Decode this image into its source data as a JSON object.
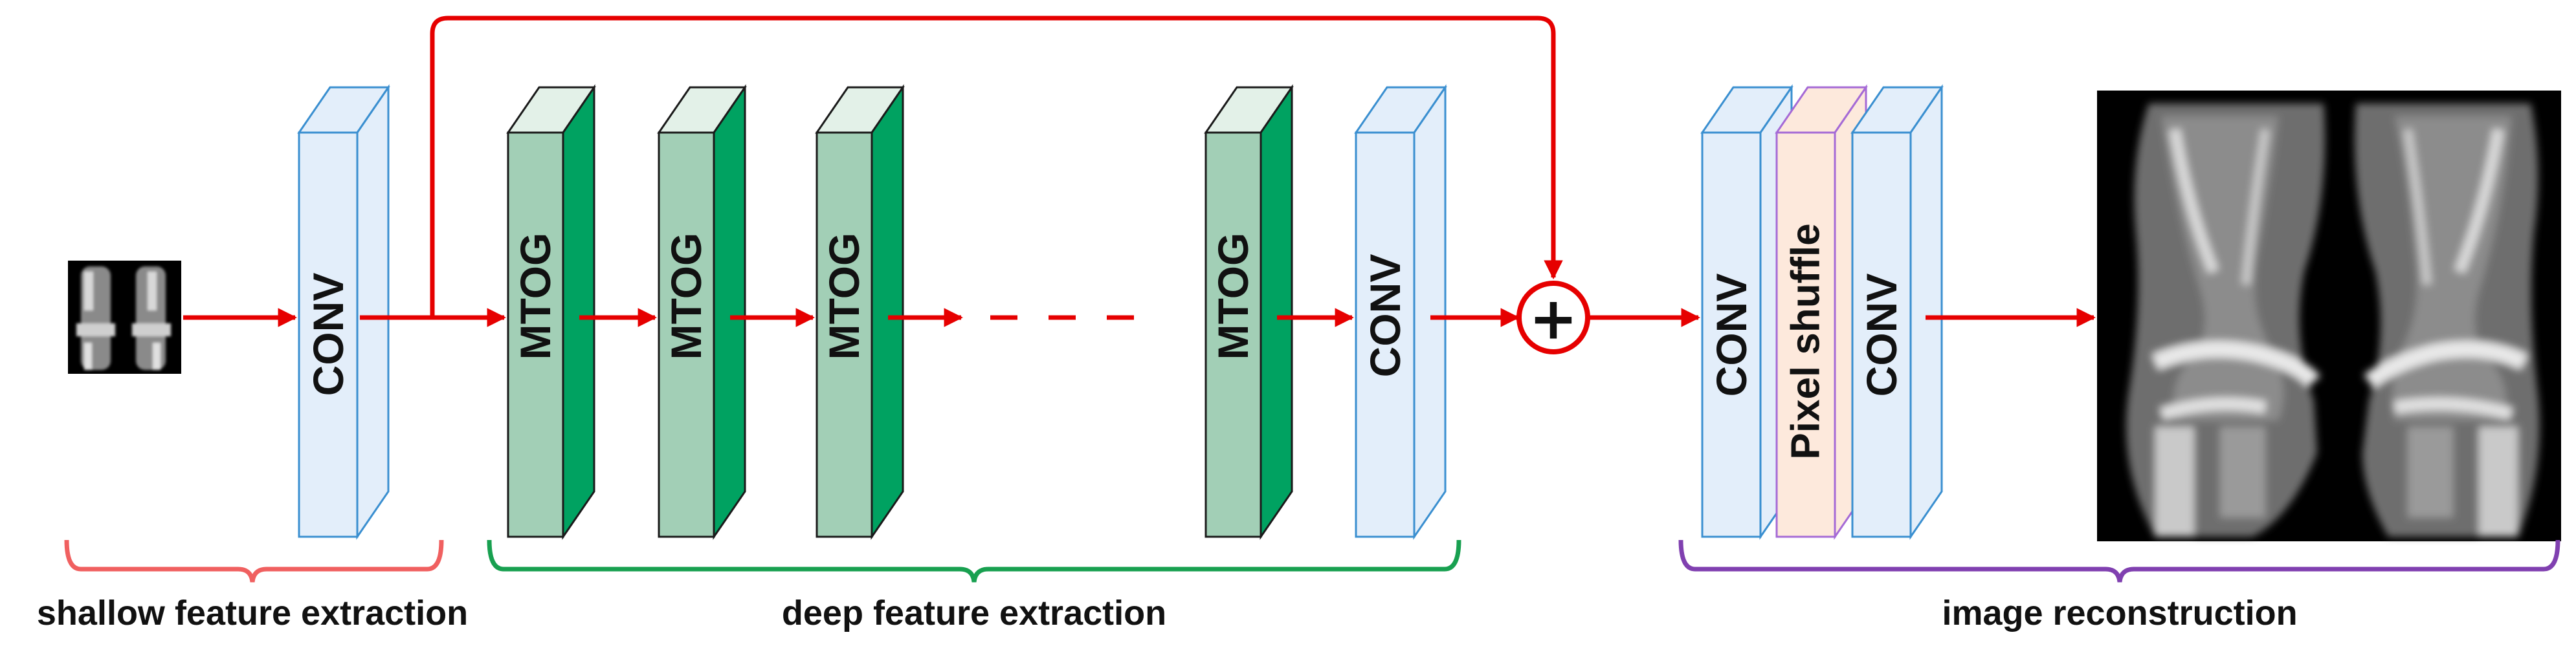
{
  "blocks": {
    "conv_shallow": "CONV",
    "mtog_1": "MTOG",
    "mtog_2": "MTOG",
    "mtog_3": "MTOG",
    "mtog_n": "MTOG",
    "conv_deep": "CONV",
    "conv_recon_1": "CONV",
    "pixel_shuffle": "Pixel shuffle",
    "conv_recon_2": "CONV"
  },
  "stages": {
    "shallow": "shallow feature extraction",
    "deep": "deep feature extraction",
    "reconstruction": "image reconstruction"
  },
  "operators": {
    "add": "+"
  },
  "colors": {
    "arrow": "#e60000",
    "conv_face": "#e3eefa",
    "conv_edge": "#3a8fd0",
    "mtog_face": "#a2cfb6",
    "mtog_side": "#00a261",
    "mtog_top": "#e3f1e8",
    "pixel_shuffle_face": "#fde9dc",
    "pixel_shuffle_edge": "#a56ad6",
    "brace_shallow": "#f06060",
    "brace_deep": "#18a050",
    "brace_reconstruction": "#8040b0"
  },
  "icons": {
    "input_image": "knee-mri-thumbnail",
    "output_image": "knee-mri-reconstructed"
  }
}
